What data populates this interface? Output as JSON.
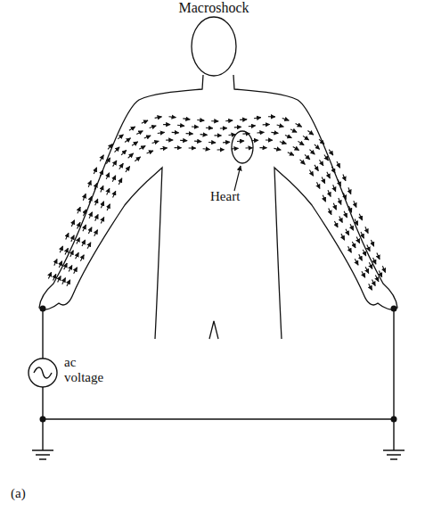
{
  "diagram": {
    "title": "Macroshock",
    "labels": [
      "Heart",
      "ac voltage",
      "(a)"
    ]
  }
}
